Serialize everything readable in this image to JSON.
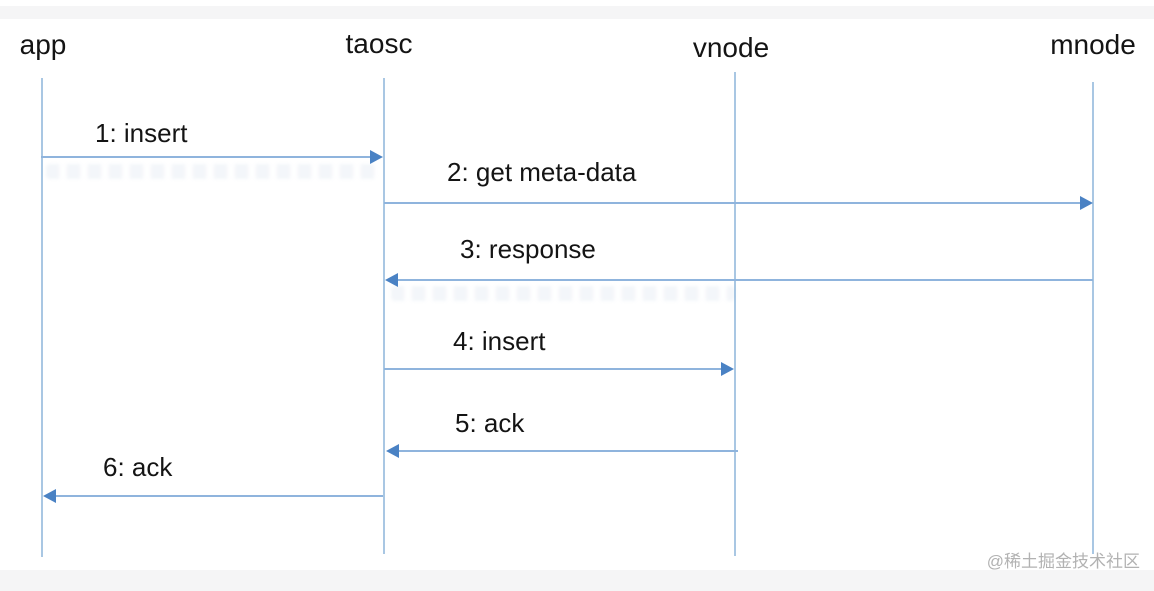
{
  "diagram": {
    "type": "sequence-diagram",
    "participants": [
      {
        "name": "app"
      },
      {
        "name": "taosc"
      },
      {
        "name": "vnode"
      },
      {
        "name": "mnode"
      }
    ],
    "messages": [
      {
        "label": "1: insert",
        "from": "app",
        "to": "taosc",
        "direction": "right"
      },
      {
        "label": "2: get meta-data",
        "from": "taosc",
        "to": "mnode",
        "direction": "right"
      },
      {
        "label": "3: response",
        "from": "mnode",
        "to": "taosc",
        "direction": "left"
      },
      {
        "label": "4: insert",
        "from": "taosc",
        "to": "vnode",
        "direction": "right"
      },
      {
        "label": "5: ack",
        "from": "vnode",
        "to": "taosc",
        "direction": "left"
      },
      {
        "label": "6: ack",
        "from": "taosc",
        "to": "app",
        "direction": "left"
      }
    ],
    "colors": {
      "arrow_line": "#8fb4dd",
      "arrow_head": "#4a82c4",
      "lifeline": "#a9c7e3",
      "text": "#141414",
      "watermark": "#b2b2b2",
      "background": "#ffffff"
    },
    "watermark": "@稀土掘金技术社区"
  }
}
